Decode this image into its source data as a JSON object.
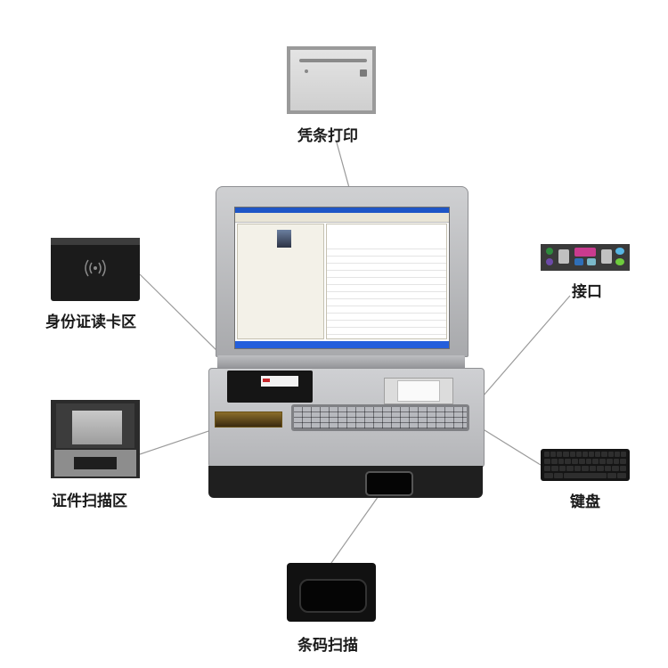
{
  "labels": {
    "receipt_print": "凭条打印",
    "id_card_reader": "身份证读卡区",
    "document_scan": "证件扫描区",
    "interface": "接口",
    "keyboard": "键盘",
    "barcode_scan": "条码扫描"
  },
  "icons": {
    "printer": "printer-icon",
    "card_reader": "rfid-icon",
    "scanner": "scanner-icon",
    "ports": "ports-icon",
    "keyboard": "keyboard-icon",
    "barcode": "barcode-scanner-icon"
  },
  "colors": {
    "background": "#ffffff",
    "label_text": "#1a1a1a",
    "leader_line": "#9a9a9a"
  }
}
